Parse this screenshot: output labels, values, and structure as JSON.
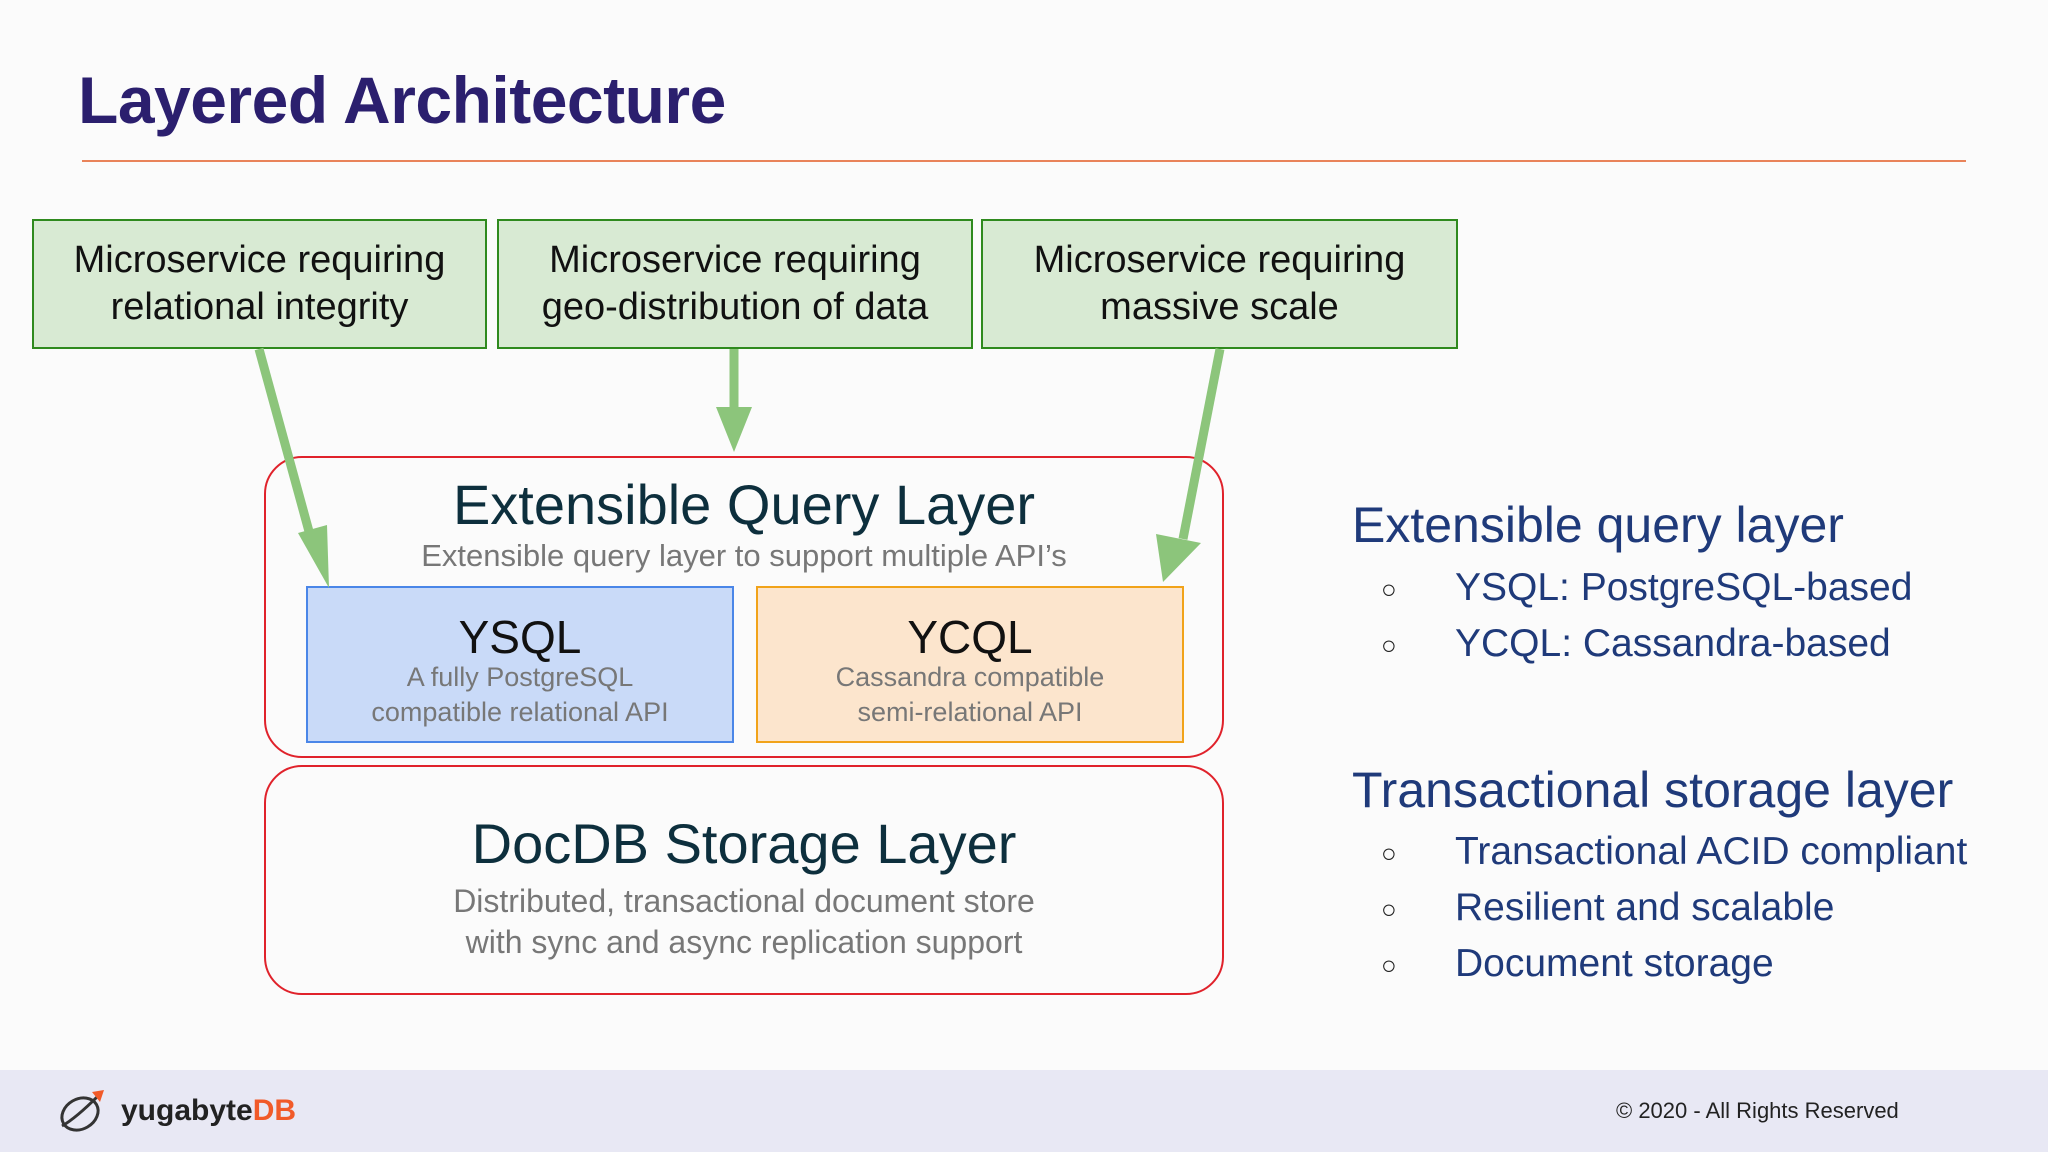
{
  "slide": {
    "title": "Layered Architecture"
  },
  "microservices": [
    {
      "text": "Microservice requiring\nrelational integrity"
    },
    {
      "text": "Microservice requiring\ngeo-distribution of data"
    },
    {
      "text": "Microservice requiring\nmassive scale"
    }
  ],
  "query_layer": {
    "title": "Extensible Query Layer",
    "subtitle": "Extensible query layer to support multiple API’s",
    "apis": [
      {
        "name": "YSQL",
        "desc": "A fully PostgreSQL\ncompatible relational API",
        "fill": "#c9daf8",
        "border": "#4a86e8"
      },
      {
        "name": "YCQL",
        "desc": "Cassandra compatible\nsemi-relational API",
        "fill": "#fce5cd",
        "border": "#f1a31a"
      }
    ]
  },
  "storage_layer": {
    "title": "DocDB Storage Layer",
    "subtitle": "Distributed, transactional document store\nwith sync and async replication support"
  },
  "side_panel": {
    "query": {
      "heading": "Extensible query layer",
      "items": [
        "YSQL: PostgreSQL-based",
        "YCQL: Cassandra-based"
      ]
    },
    "storage": {
      "heading": "Transactional storage layer",
      "items": [
        "Transactional ACID compliant",
        "Resilient and scalable",
        "Document storage"
      ]
    },
    "bullet_glyph": "○"
  },
  "footer": {
    "brand_prefix": "yugabyte",
    "brand_suffix": "DB",
    "copyright": "© 2020 - All Rights Reserved"
  },
  "colors": {
    "title": "#2b1f6e",
    "arrow": "#8cc57b",
    "layer_border": "#e0222b",
    "brand_accent": "#f15a29"
  }
}
